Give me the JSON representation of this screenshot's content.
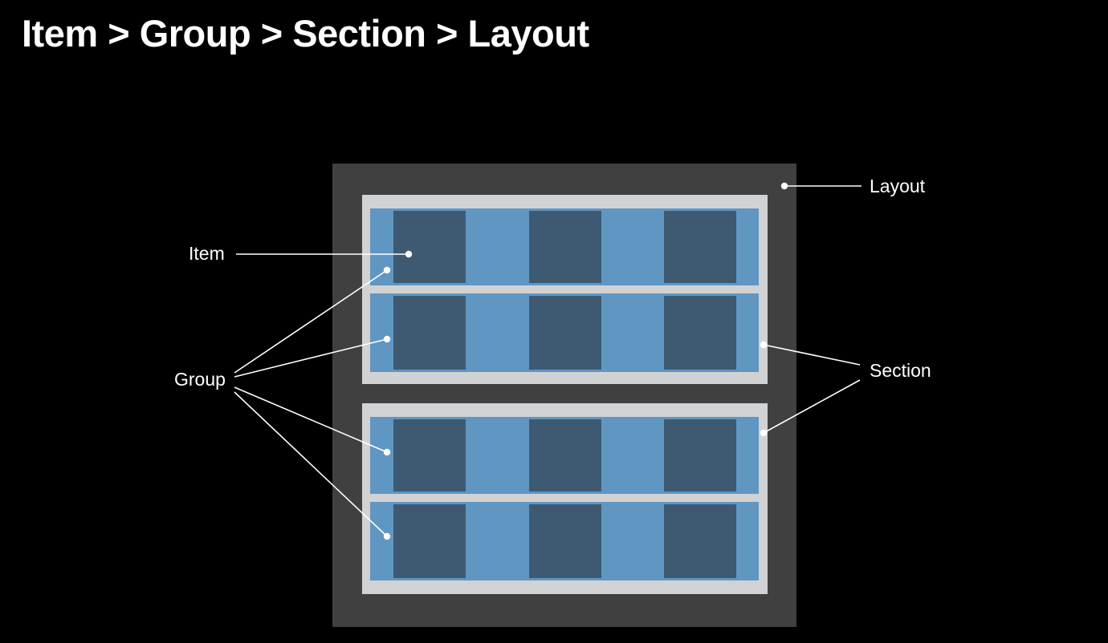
{
  "title": "Item > Group > Section > Layout",
  "colors": {
    "background": "#000000",
    "text": "#ffffff",
    "layout": "#404041",
    "section": "#d1d2d4",
    "group": "#6096c2",
    "item": "#3d5a72",
    "leader_line": "#ffffff"
  },
  "labels": {
    "item": "Item",
    "group": "Group",
    "section": "Section",
    "layout": "Layout"
  },
  "diagram": {
    "layout_count": 1,
    "sections": [
      {
        "name": "section-1",
        "groups": [
          {
            "name": "group-1",
            "items": [
              "item-1",
              "item-2",
              "item-3"
            ]
          },
          {
            "name": "group-2",
            "items": [
              "item-1",
              "item-2",
              "item-3"
            ]
          }
        ]
      },
      {
        "name": "section-2",
        "groups": [
          {
            "name": "group-3",
            "items": [
              "item-1",
              "item-2",
              "item-3"
            ]
          },
          {
            "name": "group-4",
            "items": [
              "item-1",
              "item-2",
              "item-3"
            ]
          }
        ]
      }
    ]
  }
}
